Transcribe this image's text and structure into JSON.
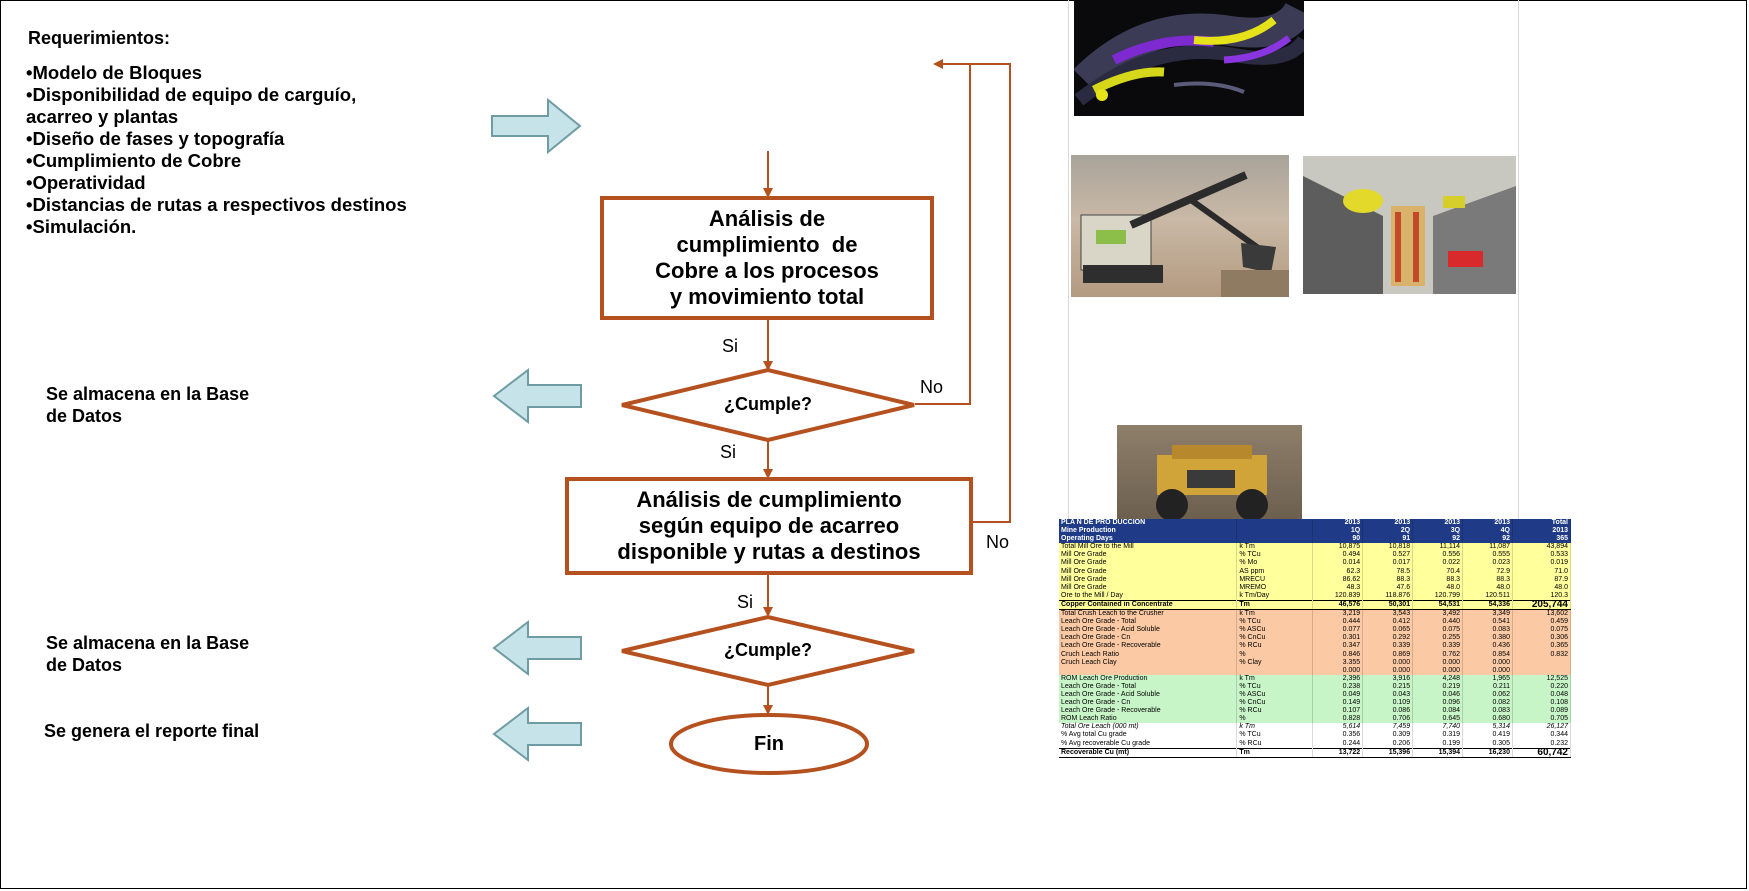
{
  "requirements": {
    "title": "Requerimientos:",
    "items": [
      "•Modelo de Bloques",
      "•Disponibilidad de equipo de carguío,",
      "acarreo y plantas",
      "•Diseño de fases y topografía",
      "•Cumplimiento de Cobre",
      "•Operatividad",
      "•Distancias de rutas a respectivos destinos",
      "•Simulación."
    ]
  },
  "side_labels": {
    "store1": [
      "Se almacena en la Base",
      "de Datos"
    ],
    "store2": [
      "Se almacena en la Base",
      "de Datos"
    ],
    "report": "Se genera el reporte final"
  },
  "flow": {
    "box1": [
      "Análisis de",
      "cumplimiento  de",
      "Cobre a los procesos",
      "y movimiento total"
    ],
    "decision1": "¿Cumple?",
    "box2": [
      "Análisis de cumplimiento",
      "según equipo de acarreo",
      "disponible y rutas a destinos"
    ],
    "decision2": "¿Cumple?",
    "end": "Fin",
    "yes_label": "Si",
    "no_label": "No"
  },
  "colors": {
    "flow_line": "#b5501f",
    "arrow_fill": "#c5e3e8",
    "arrow_stroke": "#6f9ca3",
    "table_header": "#1f3b87"
  },
  "images": [
    {
      "name": "pit-design-image"
    },
    {
      "name": "shovel-photo"
    },
    {
      "name": "plant-3d-model-image"
    },
    {
      "name": "haul-truck-photo"
    }
  ],
  "table": {
    "header": [
      [
        "PLA N  DE PRO DUCCION",
        "",
        "2013",
        "2013",
        "2013",
        "2013",
        "Total"
      ],
      [
        "Mine Production",
        "",
        "1Q",
        "2Q",
        "3Q",
        "4Q",
        "2013"
      ],
      [
        "Operating Days",
        "",
        "90",
        "91",
        "92",
        "92",
        "365"
      ]
    ],
    "rows": [
      {
        "style": "yel",
        "cells": [
          "Total Mill Ore to the Mill",
          "k Tm",
          "10,875",
          "10,818",
          "11,114",
          "11,087",
          "43,894"
        ]
      },
      {
        "style": "yel",
        "cells": [
          "Mill Ore Grade",
          "% TCu",
          "0.494",
          "0.527",
          "0.556",
          "0.555",
          "0.533"
        ]
      },
      {
        "style": "yel",
        "cells": [
          "Mill Ore Grade",
          "% Mo",
          "0.014",
          "0.017",
          "0.022",
          "0.023",
          "0.019"
        ]
      },
      {
        "style": "yel",
        "cells": [
          "Mill Ore Grade",
          "AS ppm",
          "62.3",
          "78.5",
          "70.4",
          "72.9",
          "71.0"
        ]
      },
      {
        "style": "yel",
        "cells": [
          "Mill Ore Grade",
          "MRECU",
          "86.62",
          "88.3",
          "88.3",
          "88.3",
          "87.9"
        ]
      },
      {
        "style": "yel",
        "cells": [
          "Mill Ore Grade",
          "MREMO",
          "48.3",
          "47.6",
          "48.0",
          "48.0",
          "48.0"
        ]
      },
      {
        "style": "yel",
        "cells": [
          "Ore to the Mill / Day",
          "k Tm/Day",
          "120.839",
          "118.876",
          "120.799",
          "120.511",
          "120.3"
        ]
      },
      {
        "style": "yel bold",
        "cells": [
          "Copper Contained in Concentrate",
          "Tm",
          "46,576",
          "50,301",
          "54,531",
          "54,336",
          "205,744"
        ]
      },
      {
        "style": "ora",
        "cells": [
          "Total Crush Leach to the Crusher",
          "k Tm",
          "3,219",
          "3,543",
          "3,492",
          "3,349",
          "13,602"
        ]
      },
      {
        "style": "ora",
        "cells": [
          "Leach Ore Grade - Total",
          "% TCu",
          "0.444",
          "0.412",
          "0.440",
          "0.541",
          "0.459"
        ]
      },
      {
        "style": "ora",
        "cells": [
          "Leach Ore Grade - Acid Soluble",
          "% ASCu",
          "0.077",
          "0.065",
          "0.075",
          "0.083",
          "0.075"
        ]
      },
      {
        "style": "ora",
        "cells": [
          "Leach Ore Grade - Cn",
          "% CnCu",
          "0.301",
          "0.292",
          "0.255",
          "0.380",
          "0.306"
        ]
      },
      {
        "style": "ora",
        "cells": [
          "Leach Ore Grade - Recoverable",
          "% RCu",
          "0.347",
          "0.339",
          "0.339",
          "0.436",
          "0.365"
        ]
      },
      {
        "style": "ora",
        "cells": [
          "Cruch Leach Ratio",
          "%",
          "0.846",
          "0.869",
          "0.762",
          "0.854",
          "0.832"
        ]
      },
      {
        "style": "ora",
        "cells": [
          "Cruch Leach Clay",
          "% Clay",
          "3.355",
          "0.000",
          "0.000",
          "0.000",
          ""
        ]
      },
      {
        "style": "ora",
        "cells": [
          "",
          "",
          "0.000",
          "0.000",
          "0.000",
          "0.000",
          ""
        ]
      },
      {
        "style": "grn",
        "cells": [
          "ROM Leach Ore Production",
          "k Tm",
          "2,396",
          "3,916",
          "4,248",
          "1,965",
          "12,525"
        ]
      },
      {
        "style": "grn",
        "cells": [
          "Leach Ore Grade - Total",
          "% TCu",
          "0.238",
          "0.215",
          "0.219",
          "0.211",
          "0.220"
        ]
      },
      {
        "style": "grn",
        "cells": [
          "Leach Ore Grade - Acid Soluble",
          "% ASCu",
          "0.049",
          "0.043",
          "0.046",
          "0.062",
          "0.048"
        ]
      },
      {
        "style": "grn",
        "cells": [
          "Leach Ore Grade - Cn",
          "% CnCu",
          "0.149",
          "0.109",
          "0.096",
          "0.082",
          "0.108"
        ]
      },
      {
        "style": "grn",
        "cells": [
          "Leach Ore Grade - Recoverable",
          "% RCu",
          "0.107",
          "0.086",
          "0.084",
          "0.083",
          "0.089"
        ]
      },
      {
        "style": "grn",
        "cells": [
          "ROM Leach Ratio",
          "%",
          "0.828",
          "0.706",
          "0.645",
          "0.680",
          "0.705"
        ]
      },
      {
        "style": "wht ital",
        "cells": [
          "Total Ore Leach (000 mt)",
          "k Tm",
          "5,614",
          "7,459",
          "7,740",
          "5,314",
          "26,127"
        ]
      },
      {
        "style": "wht",
        "cells": [
          "% Avg total Cu grade",
          "% TCu",
          "0.356",
          "0.309",
          "0.319",
          "0.419",
          "0.344"
        ]
      },
      {
        "style": "wht",
        "cells": [
          "% Avg recoverable Cu grade",
          "% RCu",
          "0.244",
          "0.206",
          "0.199",
          "0.305",
          "0.232"
        ]
      },
      {
        "style": "wht bold",
        "cells": [
          "Recoverable Cu (mt)",
          "Tm",
          "13,722",
          "15,396",
          "15,394",
          "16,230",
          "60,742"
        ]
      }
    ]
  }
}
